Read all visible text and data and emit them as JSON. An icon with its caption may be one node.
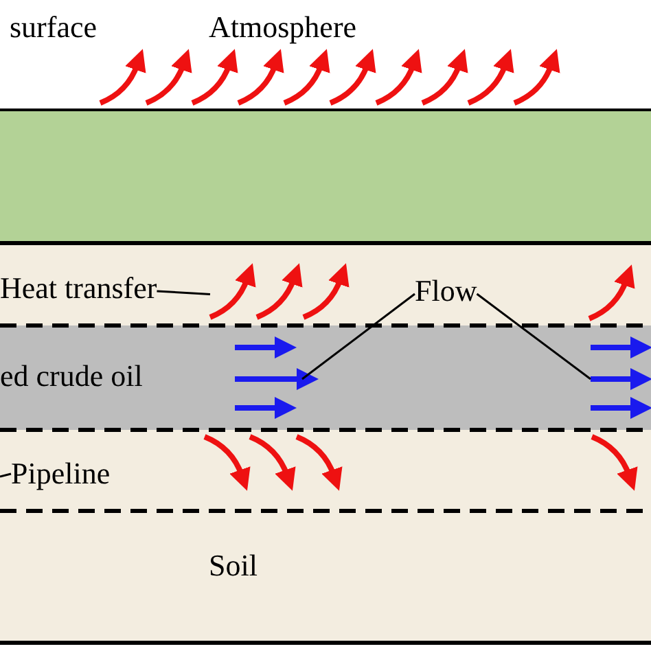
{
  "diagram": {
    "nodes": [
      {
        "text": [
          "Heat transfer"
        ]
      },
      {
        "text": [],
        "shape": "arrow"
      },
      {
        "text": [
          "Flow"
        ]
      },
      {
        "text": [],
        "shape": "arrow"
      },
      {
        "text": [],
        "shape": "arrow"
      },
      {
        "text": [
          "Pipeline"
        ]
      }
    ],
    "edges": [
      {
        "from": 0,
        "to": 1,
        "arrow": "none"
      },
      {
        "from": 2,
        "to": 3,
        "arrow": "none"
      },
      {
        "from": 2,
        "to": 4,
        "arrow": "none"
      },
      {
        "from": 5,
        "to": null,
        "arrow": "none"
      }
    ],
    "labels": [
      "surface",
      "Atmosphere",
      "ed crude oil",
      "Soil"
    ]
  }
}
